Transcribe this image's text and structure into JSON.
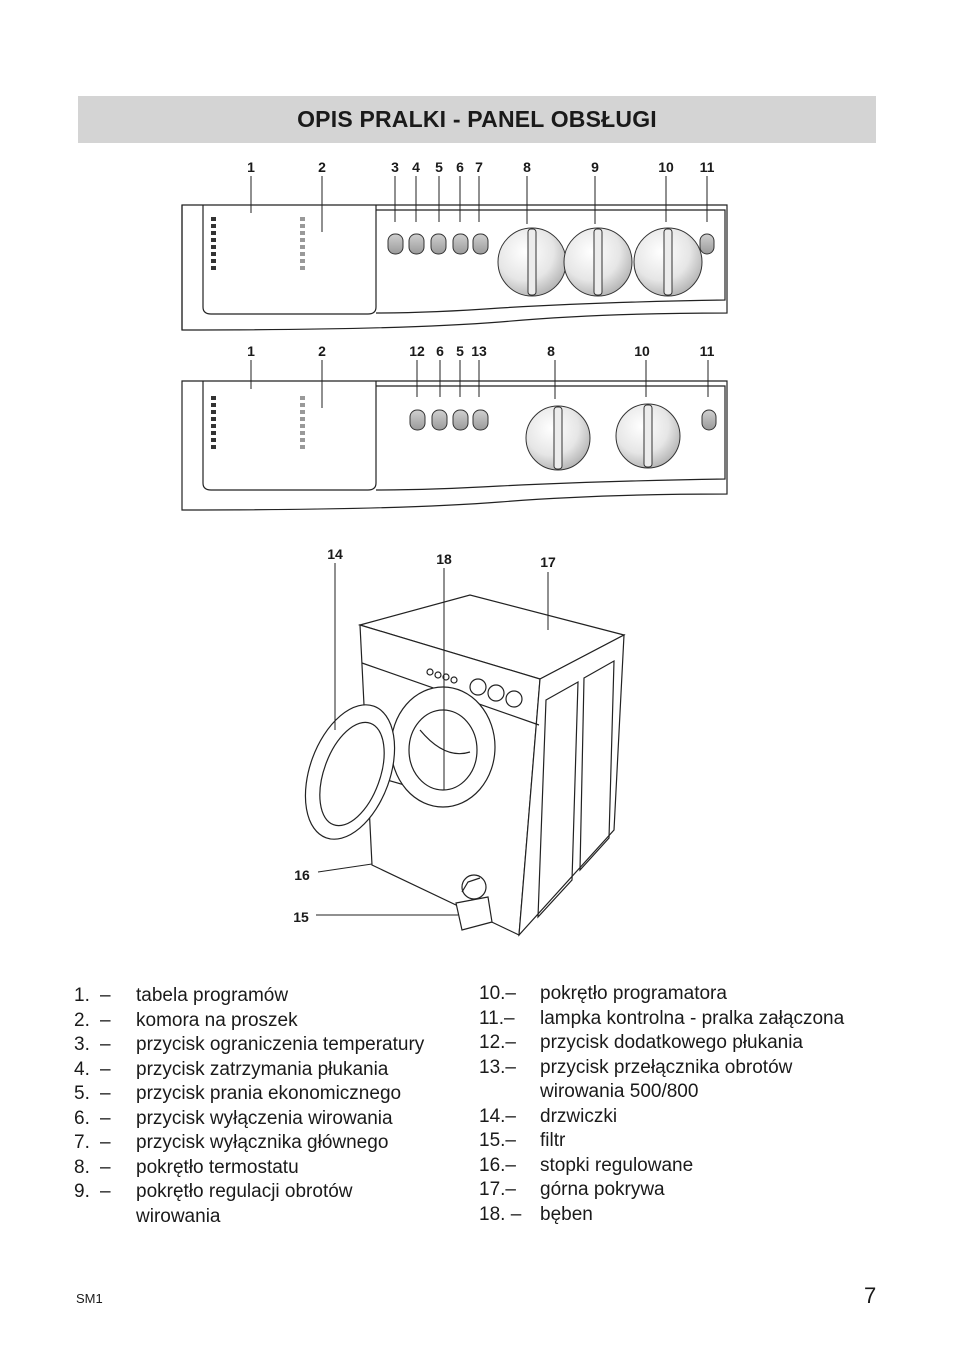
{
  "header": {
    "title": "OPIS PRALKI - PANEL OBSŁUGI"
  },
  "panel1": {
    "callouts": [
      "1",
      "2",
      "3",
      "4",
      "5",
      "6",
      "7",
      "8",
      "9",
      "10",
      "11"
    ]
  },
  "panel2": {
    "callouts": [
      "1",
      "2",
      "12",
      "6",
      "5",
      "13",
      "8",
      "10",
      "11"
    ]
  },
  "machine": {
    "callouts": [
      "14",
      "18",
      "17",
      "16",
      "15"
    ]
  },
  "legend_left": [
    {
      "num": "1.",
      "dash": "–",
      "text": "tabela programów"
    },
    {
      "num": "2.",
      "dash": "–",
      "text": "komora na proszek"
    },
    {
      "num": "3.",
      "dash": "–",
      "text": "przycisk ograniczenia temperatury"
    },
    {
      "num": "4.",
      "dash": "–",
      "text": "przycisk zatrzymania płukania"
    },
    {
      "num": "5.",
      "dash": "–",
      "text": "przycisk prania ekonomicznego"
    },
    {
      "num": "6.",
      "dash": "–",
      "text": "przycisk wyłączenia wirowania"
    },
    {
      "num": "7.",
      "dash": "–",
      "text": "przycisk wyłącznika głównego"
    },
    {
      "num": "8.",
      "dash": "–",
      "text": "pokrętło termostatu"
    },
    {
      "num": "9.",
      "dash": "–",
      "text": "pokrętło regulacji obrotów"
    },
    {
      "num": "",
      "dash": "",
      "text": " wirowania"
    }
  ],
  "legend_right": [
    {
      "num": "10.–",
      "text": "pokrętło programatora"
    },
    {
      "num": "11.–",
      "text": "lampka kontrolna - pralka załączona"
    },
    {
      "num": "12.–",
      "text": "przycisk dodatkowego płukania"
    },
    {
      "num": "13.–",
      "text": "przycisk przełącznika obrotów"
    },
    {
      "num": "",
      "text": " wirowania 500/800"
    },
    {
      "num": "14.–",
      "text": "drzwiczki"
    },
    {
      "num": "15.–",
      "text": "filtr"
    },
    {
      "num": "16.–",
      "text": "stopki regulowane"
    },
    {
      "num": "17.–",
      "text": "górna pokrywa"
    },
    {
      "num": "18. –",
      "text": "bęben"
    }
  ],
  "footer": {
    "code": "SM1",
    "page": "7"
  }
}
